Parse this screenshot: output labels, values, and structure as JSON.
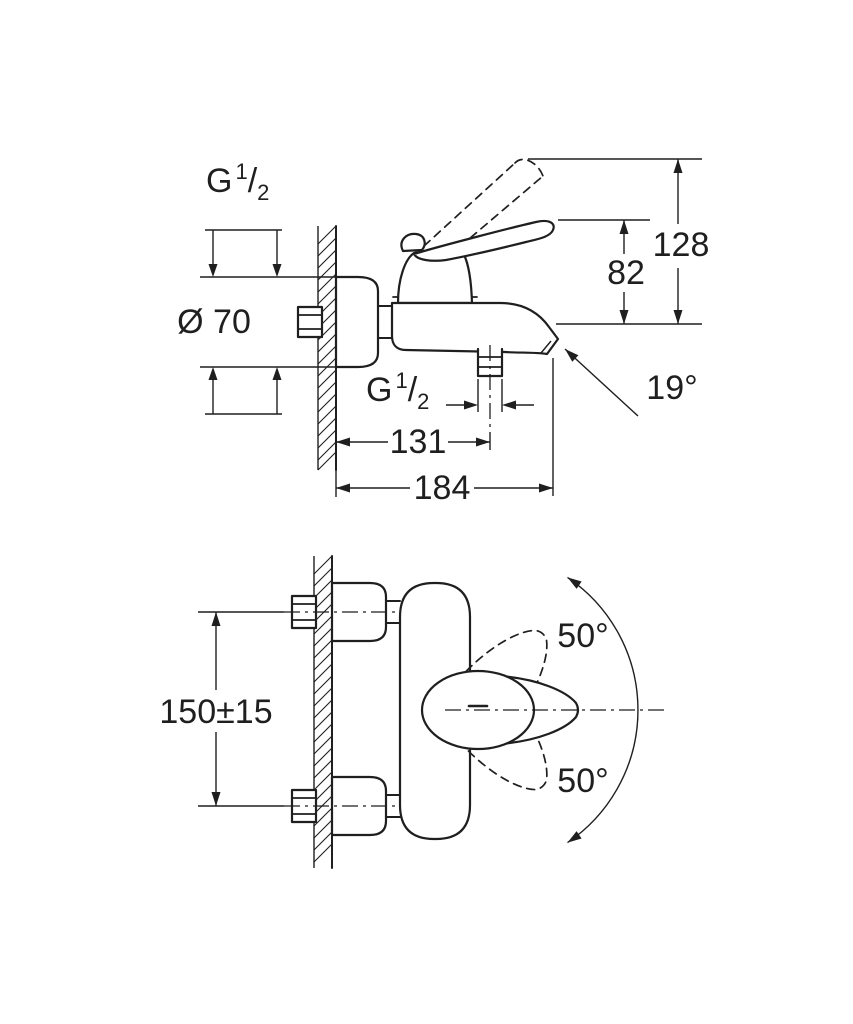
{
  "drawing": {
    "colors": {
      "ink": "#1f1f1f",
      "background": "#ffffff"
    },
    "side_view": {
      "thread_inlet": {
        "base": "G",
        "numerator": "1",
        "slash": "/",
        "denominator": "2"
      },
      "escutcheon_diameter": "Ø 70",
      "height_raised_lever": "128",
      "height_lever": "82",
      "spout_angle": "19°",
      "thread_outlet": {
        "base": "G",
        "numerator": "1",
        "slash": "/",
        "denominator": "2"
      },
      "wall_to_outlet": "131",
      "wall_to_spout": "184"
    },
    "plan_view": {
      "mounting_distance": "150±15",
      "swivel_up": "50°",
      "swivel_down": "50°"
    }
  }
}
